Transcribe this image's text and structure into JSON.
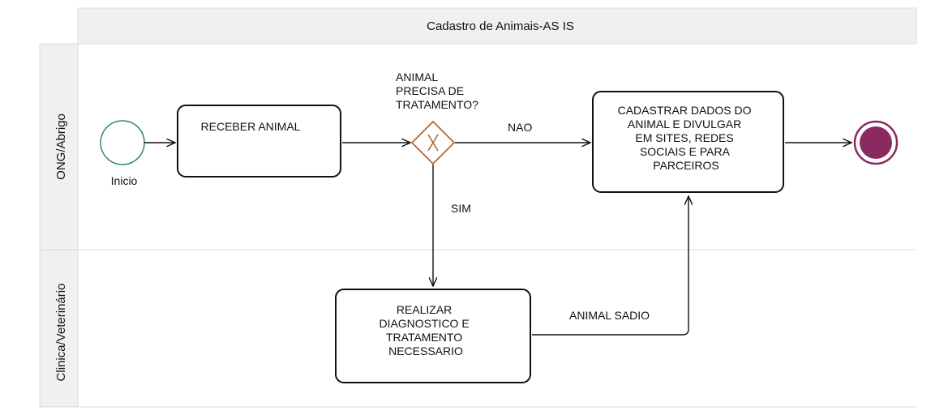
{
  "pool": {
    "title": "Cadastro de Animais-AS IS"
  },
  "lanes": [
    {
      "label": "ONG/Abrigo"
    },
    {
      "label": "Clinica/Veterinário"
    }
  ],
  "start_event": {
    "label": "Inicio"
  },
  "tasks": {
    "receber": {
      "lines": [
        "RECEBER ANIMAL"
      ]
    },
    "cadastrar": {
      "lines": [
        "CADASTRAR DADOS DO",
        "ANIMAL E DIVULGAR",
        "EM SITES, REDES",
        "SOCIAIS E PARA",
        "PARCEIROS"
      ]
    },
    "realizar": {
      "lines": [
        "REALIZAR",
        "DIAGNOSTICO E",
        "TRATAMENTO",
        "NECESSARIO"
      ]
    }
  },
  "gateway": {
    "question_lines": [
      "ANIMAL",
      "PRECISA DE",
      "TRATAMENTO?"
    ]
  },
  "flows": {
    "nao": "NAO",
    "sim": "SIM",
    "sadio": "ANIMAL SADIO"
  },
  "colors": {
    "start_stroke": "#2e8b57",
    "end_fill": "#8b2a5e",
    "gateway_stroke": "#b5672c",
    "header_bg": "#f0f0f0",
    "line": "#111111",
    "lane_border": "#d9d9d9"
  }
}
